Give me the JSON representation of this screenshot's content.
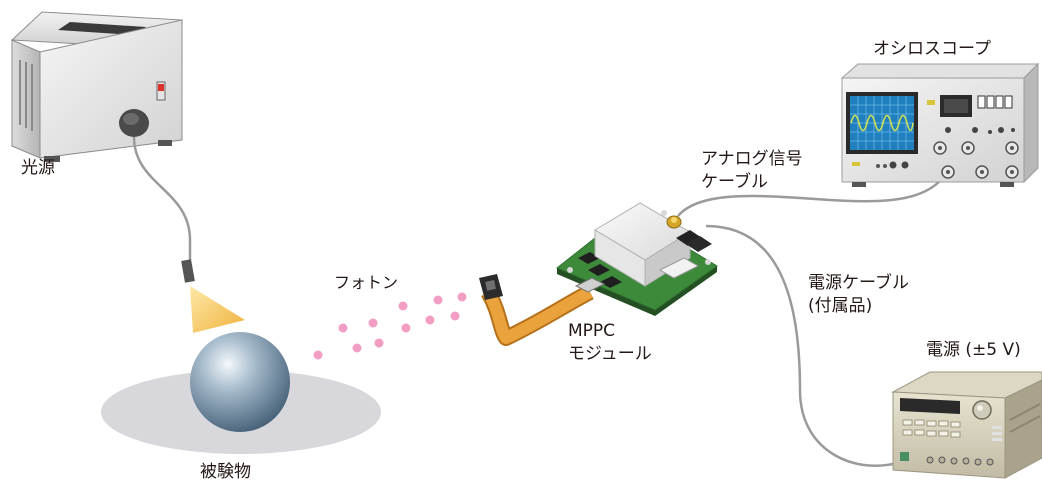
{
  "labels": {
    "light_source": "光源",
    "sample": "被験物",
    "photon": "フォトン",
    "mppc_line1": "MPPC",
    "mppc_line2": "モジュール",
    "analog_line1": "アナログ信号",
    "analog_line2": "ケーブル",
    "oscilloscope": "オシロスコープ",
    "power_cable_line1": "電源ケーブル",
    "power_cable_line2": "(付属品)",
    "power_supply": "電源 (±5 V)"
  },
  "colors": {
    "pcb_green": "#3d8a3a",
    "flex_orange": "#e9a23c",
    "photon_pink": "#f29ec4",
    "scope_screen": "#1f7fbf",
    "waveform": "#d7e34a",
    "cable_gray": "#9a9a9a",
    "sphere": "#6f8ea8",
    "cone_yellow": "#f7c85a"
  }
}
